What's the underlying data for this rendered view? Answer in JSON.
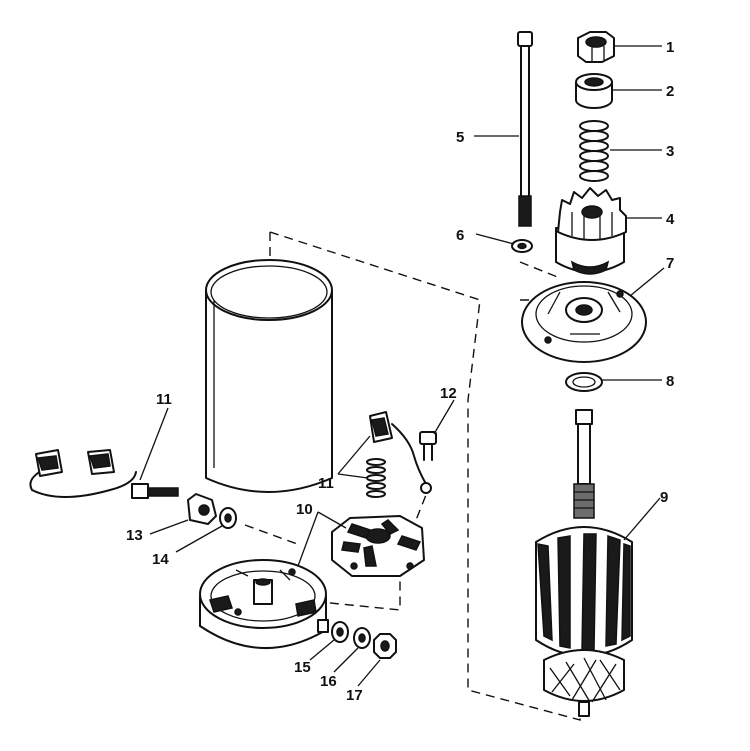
{
  "callouts": {
    "c1": "1",
    "c2": "2",
    "c3": "3",
    "c4": "4",
    "c5": "5",
    "c6": "6",
    "c7": "7",
    "c8": "8",
    "c9": "9",
    "c10": "10",
    "c11a": "11",
    "c11b": "11",
    "c12": "12",
    "c13": "13",
    "c14": "14",
    "c15": "15",
    "c16": "16",
    "c17": "17"
  }
}
